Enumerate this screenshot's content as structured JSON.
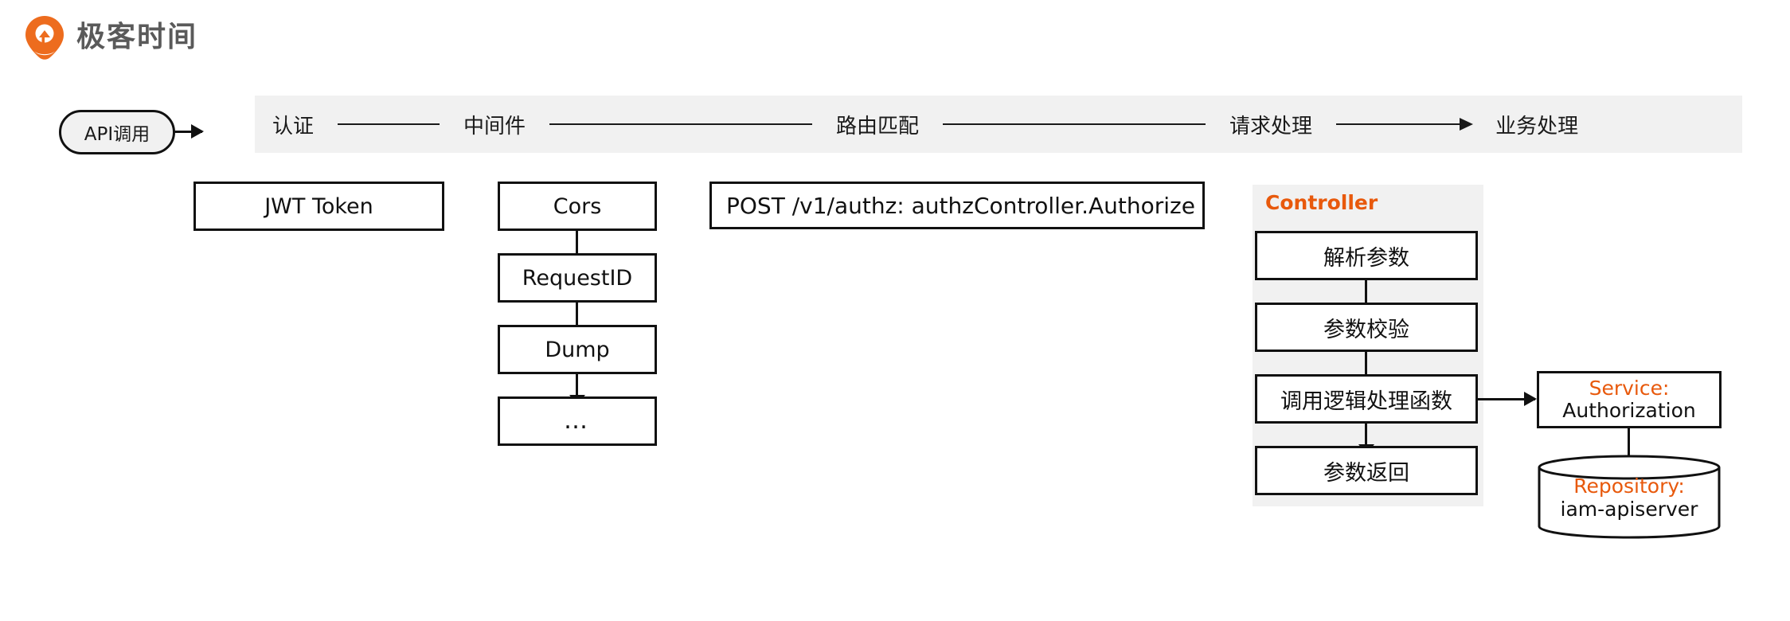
{
  "brand": {
    "name": "极客时间",
    "logo_icon": "geekbang-pin-icon",
    "accent_color": "#e8590c",
    "text_color": "#5a5a5a"
  },
  "entry": {
    "label": "API调用",
    "arrow_icon": "arrow-right-icon"
  },
  "stages": {
    "background_color": "#f1f1f1",
    "items": [
      {
        "label": "认证"
      },
      {
        "label": "中间件"
      },
      {
        "label": "路由匹配"
      },
      {
        "label": "请求处理"
      },
      {
        "label": "业务处理"
      }
    ],
    "connectors": [
      {
        "type": "line",
        "after": "认证"
      },
      {
        "type": "line",
        "after": "中间件"
      },
      {
        "type": "line",
        "after": "路由匹配"
      },
      {
        "type": "arrow",
        "after": "请求处理"
      }
    ]
  },
  "auth": {
    "box_label": "JWT Token"
  },
  "middleware": {
    "chain": [
      {
        "label": "Cors"
      },
      {
        "label": "RequestID"
      },
      {
        "label": "Dump"
      },
      {
        "label": "…"
      }
    ]
  },
  "route": {
    "box_label": "POST  /v1/authz: authzController.Authorize"
  },
  "controller": {
    "title": "Controller",
    "panel_color": "#f1f1f1",
    "steps": [
      {
        "label": "解析参数"
      },
      {
        "label": "参数校验"
      },
      {
        "label": "调用逻辑处理函数"
      },
      {
        "label": "参数返回"
      }
    ]
  },
  "service": {
    "kind_label": "Service:",
    "name_label": "Authorization"
  },
  "repository": {
    "kind_label": "Repository:",
    "name_label": "iam-apiserver",
    "shape": "cylinder"
  }
}
